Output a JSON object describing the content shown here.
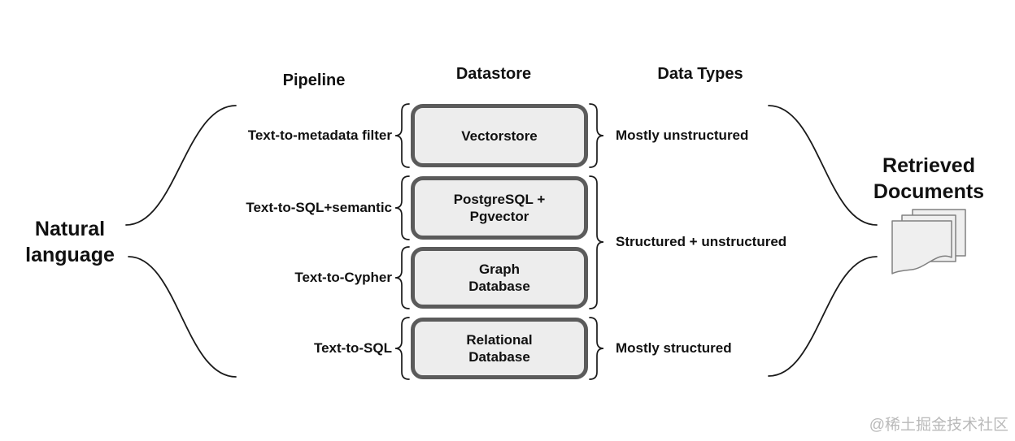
{
  "colors": {
    "line": "#1a1a1a",
    "text": "#111111",
    "box-border": "#5b5b5b",
    "box-fill": "#ededed",
    "page-stroke": "#808080",
    "page-fill": "#efefef",
    "watermark": "#b9b9b9"
  },
  "headers": {
    "pipeline": "Pipeline",
    "datastore": "Datastore",
    "data_types": "Data Types"
  },
  "source": {
    "label": "Natural\nlanguage"
  },
  "sink": {
    "label": "Retrieved\nDocuments"
  },
  "rows": [
    {
      "pipeline": "Text-to-metadata filter",
      "datastore": "Vectorstore"
    },
    {
      "pipeline": "Text-to-SQL+semantic",
      "datastore": "PostgreSQL +\nPgvector"
    },
    {
      "pipeline": "Text-to-Cypher",
      "datastore": "Graph\nDatabase"
    },
    {
      "pipeline": "Text-to-SQL",
      "datastore": "Relational\nDatabase"
    }
  ],
  "data_types": [
    {
      "label": "Mostly unstructured"
    },
    {
      "label": "Structured + unstructured"
    },
    {
      "label": "Mostly structured"
    }
  ],
  "watermark": {
    "label": "@稀土掘金技术社区"
  }
}
